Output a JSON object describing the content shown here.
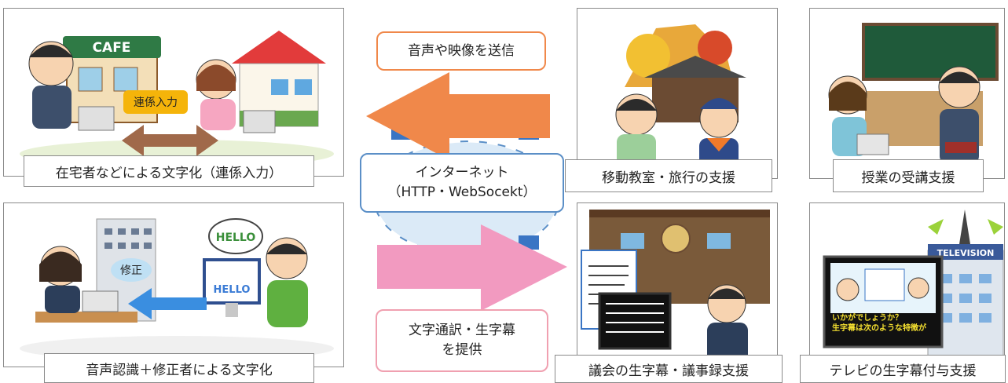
{
  "panels": {
    "home_remote": {
      "caption": "在宅者などによる文字化（連係入力）",
      "tag": "連係入力",
      "sign": "CAFE"
    },
    "speech_recognition": {
      "caption": "音声認識＋修正者による文字化",
      "tag": "修正",
      "bubble": "HELLO",
      "monitor": "HELLO"
    },
    "mobile_classroom": {
      "caption": "移動教室・旅行の支援"
    },
    "lecture": {
      "caption": "授業の受講支援"
    },
    "assembly": {
      "caption": "議会の生字幕・議事録支援"
    },
    "television": {
      "caption": "テレビの生字幕付与支援",
      "building_sign": "TELEVISION",
      "subtitle_line1": "いかがでしょうか？",
      "subtitle_line2": "生字幕は次のような特徴が"
    }
  },
  "center": {
    "send_label": "音声や映像を送信",
    "internet_line1": "インターネット",
    "internet_line2": "（HTTP・WebSocekt）",
    "provide_line1": "文字通訳・生字幕",
    "provide_line2": "を提供"
  },
  "colors": {
    "send_arrow": "#f0884a",
    "provide_arrow": "#f29ac0",
    "internet_border": "#5b8fc7",
    "provide_border": "#f0a0b0"
  }
}
